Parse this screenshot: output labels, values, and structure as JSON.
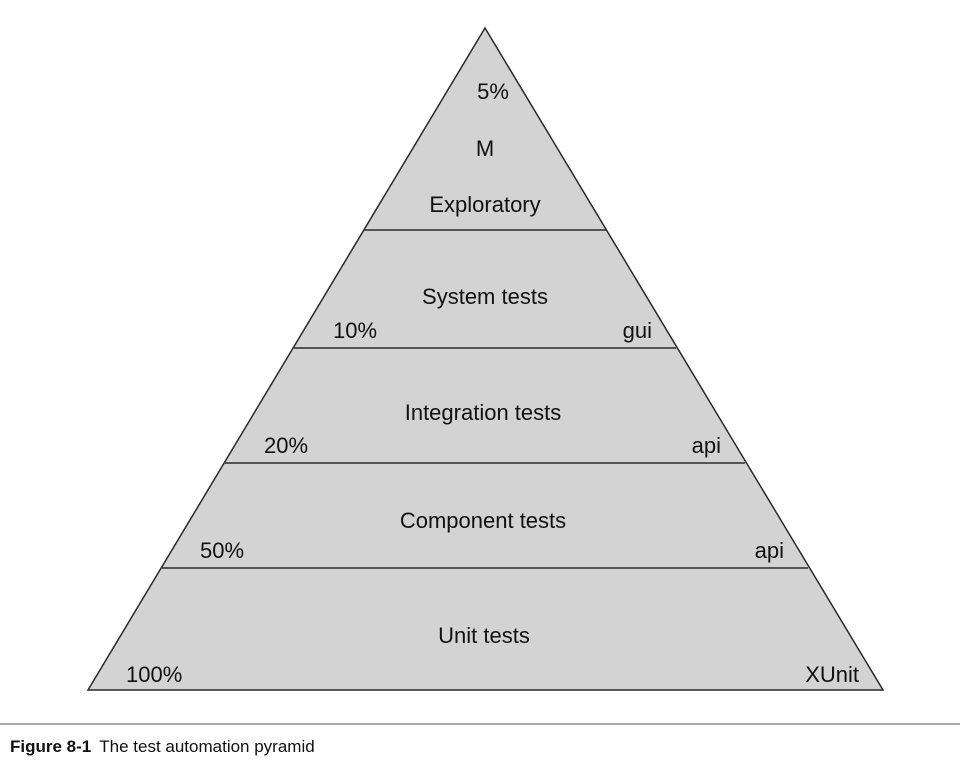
{
  "colors": {
    "fill": "#d3d3d3",
    "stroke": "#2a2a2a",
    "text": "#111111",
    "rule": "#a8a8a8"
  },
  "pyramid": {
    "tiers": [
      {
        "name": "Exploratory",
        "percent": "5%",
        "marker": "M",
        "tool": ""
      },
      {
        "name": "System tests",
        "percent": "10%",
        "tool": "gui"
      },
      {
        "name": "Integration tests",
        "percent": "20%",
        "tool": "api"
      },
      {
        "name": "Component tests",
        "percent": "50%",
        "tool": "api"
      },
      {
        "name": "Unit tests",
        "percent": "100%",
        "tool": "XUnit"
      }
    ]
  },
  "caption": {
    "figure_number": "Figure 8-1",
    "text": "The test automation pyramid"
  }
}
